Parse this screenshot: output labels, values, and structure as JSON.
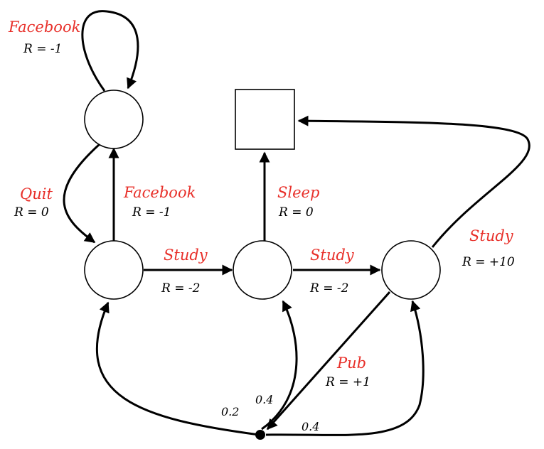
{
  "colors": {
    "action_label": "#e8302a",
    "stroke": "#000000",
    "node_fill": "#ffffff"
  },
  "labels": {
    "facebook_loop_action": "Facebook",
    "facebook_loop_reward": "R = -1",
    "quit_action": "Quit",
    "quit_reward": "R = 0",
    "facebook_action": "Facebook",
    "facebook_reward": "R = -1",
    "study1_action": "Study",
    "study1_reward": "R = -2",
    "study2_action": "Study",
    "study2_reward": "R = -2",
    "sleep_action": "Sleep",
    "sleep_reward": "R = 0",
    "study3_action": "Study",
    "study3_reward": "R = +10",
    "pub_action": "Pub",
    "pub_reward": "R = +1",
    "prob_to_class1": "0.2",
    "prob_to_class2": "0.4",
    "prob_to_class3": "0.4"
  }
}
